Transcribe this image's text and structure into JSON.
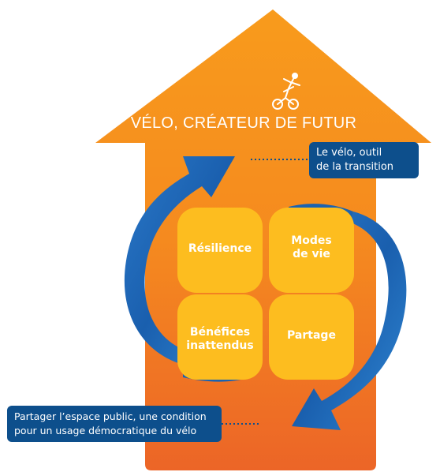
{
  "title": "VÉLO, CRÉATEUR DE FUTUR",
  "callout_top": [
    "Le vélo, outil",
    "de la transition"
  ],
  "callout_bottom": [
    "Partager l’espace public, une condition",
    "pour un usage démocratique du vélo"
  ],
  "quadrants": {
    "resilience": "Résilience",
    "modes": [
      "Modes",
      "de vie"
    ],
    "benefices": [
      "Bénéfices",
      "inattendus"
    ],
    "partage": "Partage"
  },
  "colors": {
    "house_top": "#f7961d",
    "house_bottom": "#ee6a25",
    "quadrant": "#fdbd1f",
    "arrow": "#1b63b0",
    "arrow_light": "#3d8fd6",
    "callout": "#0d4f8c"
  },
  "icons": [
    "cyclist-icon",
    "infinity-loop-icon",
    "people-ideas-icon",
    "gears-icon",
    "share-gear-icon"
  ]
}
